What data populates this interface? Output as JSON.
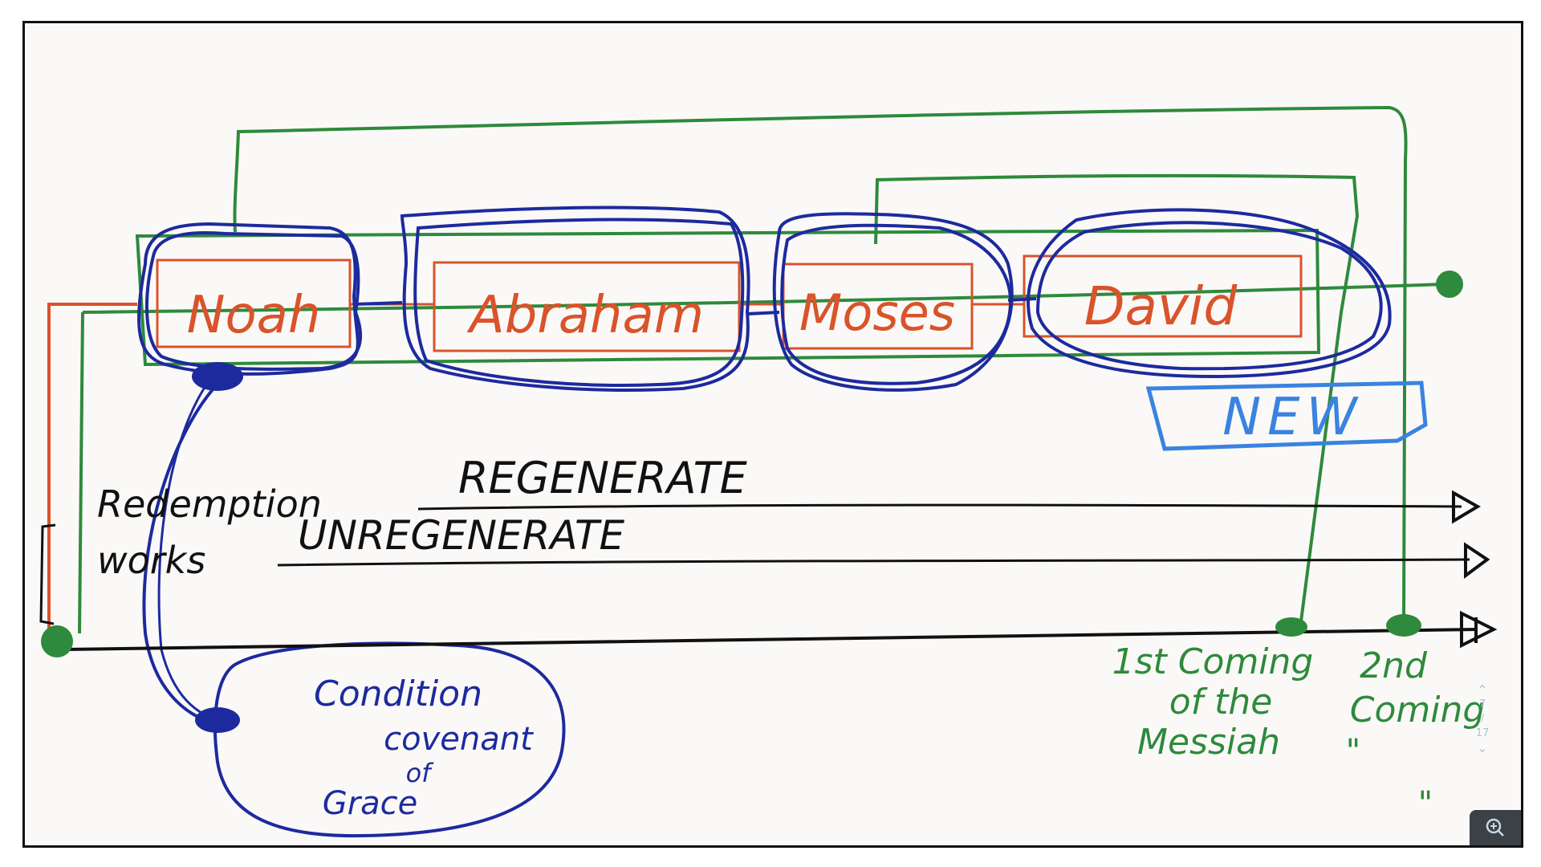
{
  "colors": {
    "blue": "#1d2a9e",
    "green": "#2e8a3c",
    "orange": "#d9532b",
    "black": "#111111",
    "lightblue": "#3a83e0"
  },
  "covenants": [
    {
      "name": "Noah"
    },
    {
      "name": "Abraham"
    },
    {
      "name": "Moses"
    },
    {
      "name": "David"
    }
  ],
  "new_label": "NEW",
  "lines": {
    "regenerate": "REGENERATE",
    "unregenerate": "UNREGENERATE",
    "redemption": "Redemption",
    "works": "works"
  },
  "condition": [
    "Condition",
    "covenant",
    "of",
    "Grace"
  ],
  "coming_first": [
    "1st Coming",
    "of the",
    "Messiah"
  ],
  "coming_second": [
    "2nd",
    "Coming",
    "\"",
    "\""
  ],
  "pager": {
    "current": "7",
    "separator": "/",
    "total": "17"
  },
  "icons": {
    "pager_up": "chevron-up-icon",
    "pager_down": "chevron-down-icon",
    "zoom": "zoom-in-icon"
  }
}
